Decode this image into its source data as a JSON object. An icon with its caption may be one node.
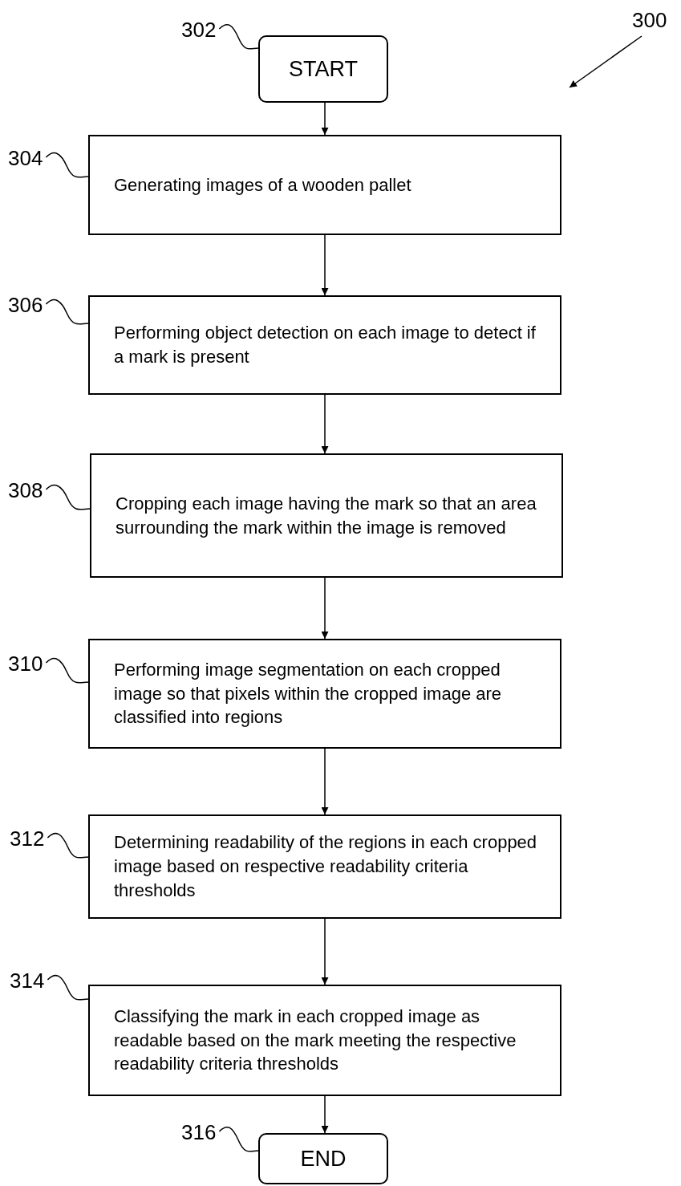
{
  "diagram": {
    "nodes": [
      {
        "text": [
          "START"
        ]
      },
      {
        "text": [
          "Generating images of a wooden pallet"
        ]
      },
      {
        "text": [
          "Performing object detection on each image to detect if a mark is present"
        ]
      },
      {
        "text": [
          "Cropping each image having the mark so that an area surrounding the mark within the image is removed"
        ]
      },
      {
        "text": [
          "Performing image segmentation on each cropped image so that pixels within the cropped image are classified into regions"
        ]
      },
      {
        "text": [
          "Determining readability of the regions in each cropped image based on respective readability criteria thresholds"
        ]
      },
      {
        "text": [
          "Classifying the mark in each cropped image as readable based on the mark meeting the respective readability criteria thresholds"
        ]
      },
      {
        "text": [
          "END"
        ]
      },
      {
        "text": [
          "300"
        ]
      },
      {
        "text": [
          "302"
        ]
      },
      {
        "text": [
          "304"
        ]
      },
      {
        "text": [
          "306"
        ]
      },
      {
        "text": [
          "308"
        ]
      },
      {
        "text": [
          "310"
        ]
      },
      {
        "text": [
          "312"
        ]
      },
      {
        "text": [
          "314"
        ]
      },
      {
        "text": [
          "316"
        ]
      }
    ],
    "edges": [
      {
        "from": 0,
        "to": 1,
        "arrow": "to"
      },
      {
        "from": 1,
        "to": 2,
        "arrow": "to"
      },
      {
        "from": 2,
        "to": 3,
        "arrow": "to"
      },
      {
        "from": 3,
        "to": 4,
        "arrow": "to"
      },
      {
        "from": 4,
        "to": 5,
        "arrow": "to"
      },
      {
        "from": 5,
        "to": 6,
        "arrow": "to"
      },
      {
        "from": 6,
        "to": 7,
        "arrow": "to"
      },
      {
        "from": 8,
        "to": null,
        "arrow": "to"
      },
      {
        "from": 9,
        "to": 0,
        "arrow": "none"
      },
      {
        "from": 10,
        "to": 1,
        "arrow": "none"
      },
      {
        "from": 11,
        "to": 2,
        "arrow": "none"
      },
      {
        "from": 12,
        "to": 3,
        "arrow": "none"
      },
      {
        "from": 13,
        "to": 4,
        "arrow": "none"
      },
      {
        "from": 14,
        "to": 5,
        "arrow": "none"
      },
      {
        "from": 15,
        "to": 6,
        "arrow": "none"
      },
      {
        "from": 16,
        "to": 7,
        "arrow": "none"
      }
    ]
  }
}
